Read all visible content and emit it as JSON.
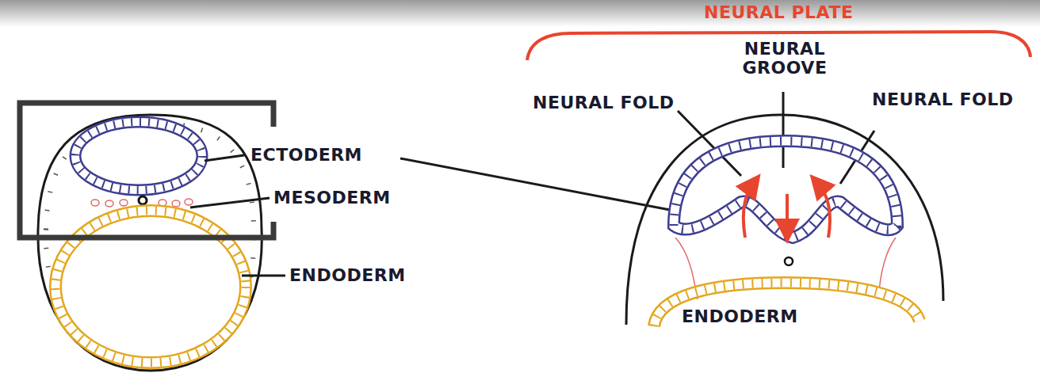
{
  "diagram": {
    "labels": [
      "NEURAL PLATE",
      "NEURAL GROOVE",
      "NEURAL FOLD",
      "NEURAL FOLD",
      "ECTODERM",
      "MESODERM",
      "ENDODERM",
      "ENDODERM"
    ]
  }
}
